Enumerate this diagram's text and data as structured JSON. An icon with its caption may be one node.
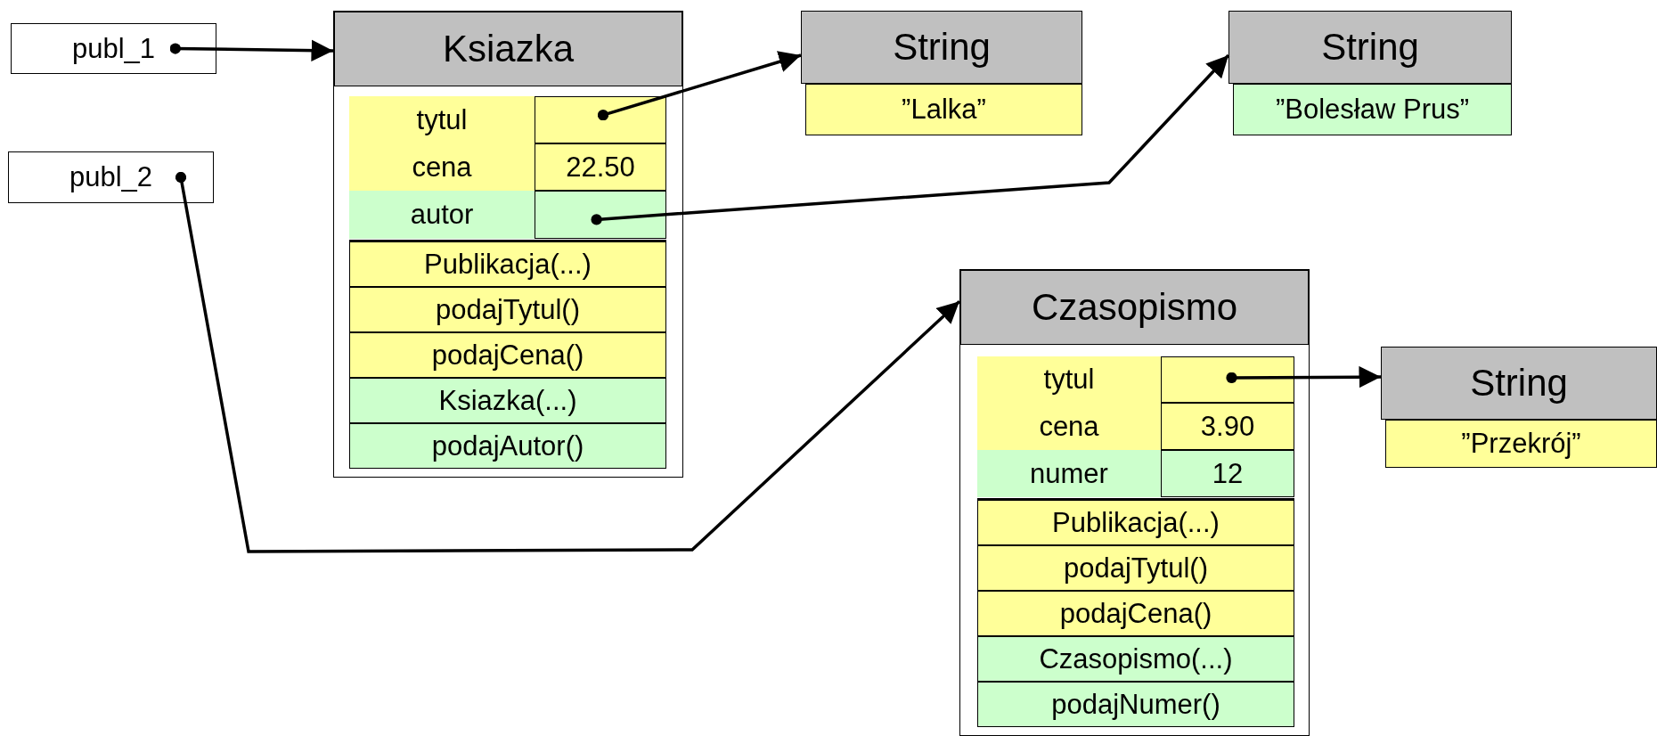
{
  "diagram": {
    "nodes": [
      {
        "text": [
          "publ_1"
        ]
      },
      {
        "text": [
          "publ_2"
        ]
      },
      {
        "text": [
          "Ksiazka"
        ]
      },
      {
        "text": [
          "tytul"
        ],
        "in": 2
      },
      {
        "text": [],
        "shape": "box",
        "in": 2
      },
      {
        "text": [
          "cena"
        ],
        "in": 2
      },
      {
        "text": [
          "22.50"
        ],
        "in": 2
      },
      {
        "text": [
          "autor"
        ],
        "in": 2
      },
      {
        "text": [],
        "shape": "box",
        "in": 2
      },
      {
        "text": [
          "Publikacja(...)"
        ],
        "in": 2
      },
      {
        "text": [
          "podajTytul()"
        ],
        "in": 2
      },
      {
        "text": [
          "podajCena()"
        ],
        "in": 2
      },
      {
        "text": [
          "Ksiazka(...)"
        ],
        "in": 2
      },
      {
        "text": [
          "podajAutor()"
        ],
        "in": 2
      },
      {
        "text": [
          "String",
          "”Lalka”"
        ]
      },
      {
        "text": [
          "String",
          "”Bolesław Prus”"
        ]
      },
      {
        "text": [
          "Czasopismo"
        ]
      },
      {
        "text": [
          "tytul"
        ],
        "in": 16
      },
      {
        "text": [],
        "shape": "box",
        "in": 16
      },
      {
        "text": [
          "cena"
        ],
        "in": 16
      },
      {
        "text": [
          "3.90"
        ],
        "in": 16
      },
      {
        "text": [
          "numer"
        ],
        "in": 16
      },
      {
        "text": [
          "12"
        ],
        "in": 16
      },
      {
        "text": [
          "Publikacja(...)"
        ],
        "in": 16
      },
      {
        "text": [
          "podajTytul()"
        ],
        "in": 16
      },
      {
        "text": [
          "podajCena()"
        ],
        "in": 16
      },
      {
        "text": [
          "Czasopismo(...)"
        ],
        "in": 16
      },
      {
        "text": [
          "podajNumer()"
        ],
        "in": 16
      },
      {
        "text": [
          "String",
          "”Przekrój”"
        ]
      }
    ],
    "edges": [
      {
        "from": 0,
        "to": 2,
        "arrow": "to"
      },
      {
        "from": 1,
        "to": 16,
        "arrow": "to"
      },
      {
        "from": 4,
        "to": 14,
        "arrow": "to"
      },
      {
        "from": 8,
        "to": 15,
        "arrow": "to"
      },
      {
        "from": 18,
        "to": 28,
        "arrow": "to"
      }
    ]
  }
}
